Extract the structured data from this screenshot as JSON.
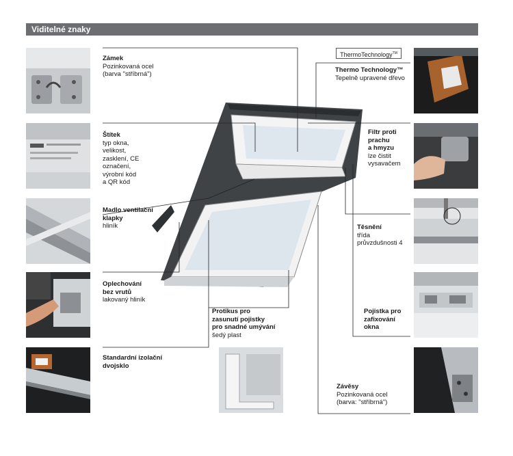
{
  "header": {
    "title": "Viditelné znaky"
  },
  "brand": {
    "part1": "Thermo",
    "part2": "Technology",
    "tm": "TM"
  },
  "features": {
    "zamek": {
      "title": "Zámek",
      "desc": [
        "Pozinkovaná ocel",
        "(barva \"stříbrná\")"
      ]
    },
    "stitek": {
      "title": "Štítek",
      "desc": [
        "typ okna,",
        "velikost,",
        "zasklení, CE",
        "označení,",
        "výrobní kód",
        "a QR kód"
      ]
    },
    "madlo": {
      "title": "Madlo ventilační klapky",
      "title_lines": [
        "Madlo ventilační",
        "klapky"
      ],
      "desc": [
        "hliník"
      ]
    },
    "oplechovani": {
      "title_lines": [
        "Oplechování",
        "bez vrutů"
      ],
      "desc": [
        "lakovaný hliník"
      ]
    },
    "izolacni": {
      "title_lines": [
        "Standardní izolační",
        "dvojsklo"
      ],
      "desc": []
    },
    "thermo": {
      "title": "Thermo Technology™",
      "desc": [
        "Tepelně upravené dřevo"
      ]
    },
    "filtr": {
      "title_lines": [
        "Filtr proti",
        "prachu",
        "a hmyzu"
      ],
      "desc": [
        "lze čistit",
        "vysavačem"
      ]
    },
    "tesneni": {
      "title": "Těsnění",
      "desc": [
        "třída",
        "průvzdušnosti 4"
      ]
    },
    "pojistka": {
      "title_lines": [
        "Pojistka pro",
        "zafixování",
        "okna"
      ],
      "desc": []
    },
    "protikus": {
      "title_lines": [
        "Protikus pro",
        "zasunutí pojistky",
        "pro snadné umývání"
      ],
      "desc": [
        "šedý plast"
      ]
    },
    "zavesy": {
      "title": "Závěsy",
      "desc": [
        "Pozinkovaná ocel",
        "(barva: \"stříbrná\")"
      ]
    }
  },
  "colors": {
    "header_bg": "#6d6e71",
    "frame_dark": "#3f4346",
    "sash_white": "#f2f2f2",
    "line": "#222222"
  },
  "icons": [
    "window-illustration",
    "lock-photo",
    "label-photo",
    "handle-photo",
    "flashing-photo",
    "glazing-photo",
    "wood-section-photo",
    "filter-photo",
    "seal-photo",
    "safety-catch-photo",
    "hinge-photo",
    "striker-photo"
  ]
}
